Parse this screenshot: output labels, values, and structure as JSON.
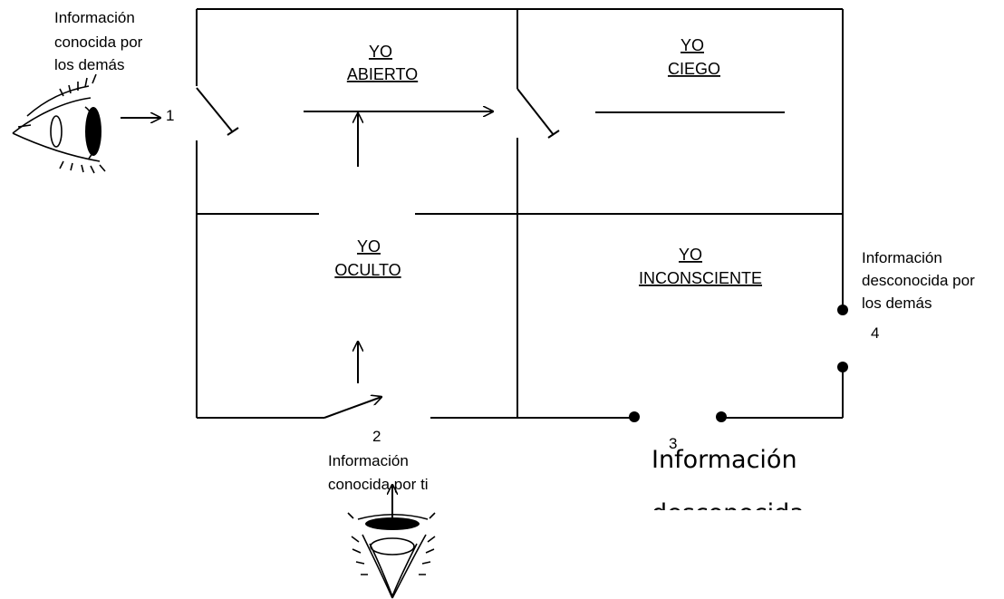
{
  "quadrants": {
    "open": {
      "line1": "YO",
      "line2": "ABIERTO"
    },
    "blind": {
      "line1": "YO",
      "line2": "CIEGO"
    },
    "hidden": {
      "line1": "YO",
      "line2": "OCULTO"
    },
    "unconscious": {
      "line1": "YO",
      "line2": "INCONSCIENTE"
    }
  },
  "labels": {
    "known_by_others": [
      "Información",
      "conocida por",
      "los demás"
    ],
    "unknown_by_others": [
      "Información",
      "desconocida por",
      "los demás"
    ],
    "known_by_you": [
      "Información",
      "conocida por ti"
    ],
    "unknown": [
      "Información",
      "desconocida"
    ]
  },
  "numbers": {
    "n1": "1",
    "n2": "2",
    "n3": "3",
    "n4": "4"
  },
  "icons": {
    "eye_side": "eye-icon",
    "eye_top": "eye-icon"
  }
}
